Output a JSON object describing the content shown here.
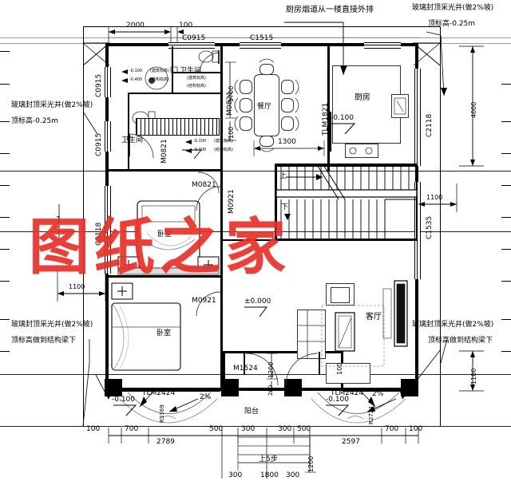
{
  "drawing": {
    "type": "architectural-floor-plan",
    "watermark": "图纸之家"
  },
  "rooms": [
    {
      "name": "卫生间",
      "id": "bath-upper",
      "elev_arch": "-0.100 (建筑标高)",
      "elev_struct": "-0.400 (结构标高)"
    },
    {
      "name": "卫生间",
      "id": "bath-left"
    },
    {
      "name": "餐厅",
      "id": "dining"
    },
    {
      "name": "厨房",
      "id": "kitchen",
      "elevation": "-0.100"
    },
    {
      "name": "卧室",
      "id": "bedroom-upper"
    },
    {
      "name": "卧室",
      "id": "bedroom-lower"
    },
    {
      "name": "客厅",
      "id": "living",
      "elevation": "±0.000"
    },
    {
      "name": "阳台",
      "id": "balcony"
    }
  ],
  "annotations": {
    "top_left_light_well": "玻璃封顶采光井(做2%坡)",
    "top_left_light_well_elev": "顶标高-0.25m",
    "top_right_light_well": "玻璃封顶采光井(做2%坡)",
    "top_right_light_well_elev": "顶标高-0.25m",
    "bottom_left_light_well": "玻璃封顶采光井(做2%坡)",
    "bottom_left_light_well_elev": "顶标高做到结构梁下",
    "bottom_right_light_well": "玻璃封顶采光井(做2%坡)",
    "bottom_right_light_well_elev": "顶标高做到结构梁下",
    "kitchen_flue": "厨房烟道从一楼直接外排",
    "stair_up": "上",
    "stair_down": "下",
    "steps": "上5步",
    "section_mark": "1"
  },
  "elevations": {
    "living": "±0.000",
    "kitchen": "-0.100",
    "terrace_left": "-0.100",
    "terrace_right": "-0.100",
    "bath_arch": "-0.100",
    "bath_struct": "-0.400",
    "bath_arch_label": "(建筑标高)",
    "bath_struct_label": "(结构标高)"
  },
  "windows": [
    {
      "code": "C0915",
      "position": "top-left-1"
    },
    {
      "code": "C0915",
      "position": "left-upper"
    },
    {
      "code": "C0915",
      "position": "left-lower"
    },
    {
      "code": "C1515",
      "position": "top-center"
    },
    {
      "code": "C2118",
      "position": "right-upper"
    },
    {
      "code": "C2118",
      "position": "left-middle"
    },
    {
      "code": "C1535",
      "position": "right-lower"
    }
  ],
  "doors": [
    {
      "code": "M0821",
      "position": "bath-upper-right"
    },
    {
      "code": "M0821",
      "position": "bath-left"
    },
    {
      "code": "M0821",
      "position": "corridor-left"
    },
    {
      "code": "M0921",
      "position": "bedroom-upper"
    },
    {
      "code": "M0921",
      "position": "bedroom-lower"
    },
    {
      "code": "M1524",
      "position": "balcony"
    },
    {
      "code": "TLM1821",
      "position": "dining-kitchen"
    },
    {
      "code": "TLM2424",
      "position": "terrace-left"
    },
    {
      "code": "TLM2424",
      "position": "terrace-right"
    }
  ],
  "dimensions": {
    "top": [
      {
        "value": "2000"
      },
      {
        "value": "100"
      }
    ],
    "right": [
      {
        "value": "4000"
      },
      {
        "value": "1100"
      }
    ],
    "left": [
      {
        "value": "1100"
      }
    ],
    "interior": [
      {
        "value": "1700"
      },
      {
        "value": "100"
      },
      {
        "value": "1300"
      },
      {
        "value": "100"
      },
      {
        "value": "1200"
      },
      {
        "value": "200"
      },
      {
        "value": "1200"
      },
      {
        "value": "100"
      }
    ],
    "bottom": [
      {
        "value": "100"
      },
      {
        "value": "700"
      },
      {
        "value": "2789"
      },
      {
        "value": "500"
      },
      {
        "value": "300"
      },
      {
        "value": "300"
      },
      {
        "value": "500"
      },
      {
        "value": "2597"
      },
      {
        "value": "700"
      },
      {
        "value": "100"
      }
    ],
    "bottom_secondary": [
      {
        "value": "300"
      },
      {
        "value": "1800"
      },
      {
        "value": "300"
      }
    ],
    "radii": [
      {
        "value": "R3169"
      },
      {
        "value": "R2724"
      }
    ],
    "slopes": [
      {
        "value": "2%"
      },
      {
        "value": "2%"
      }
    ]
  }
}
